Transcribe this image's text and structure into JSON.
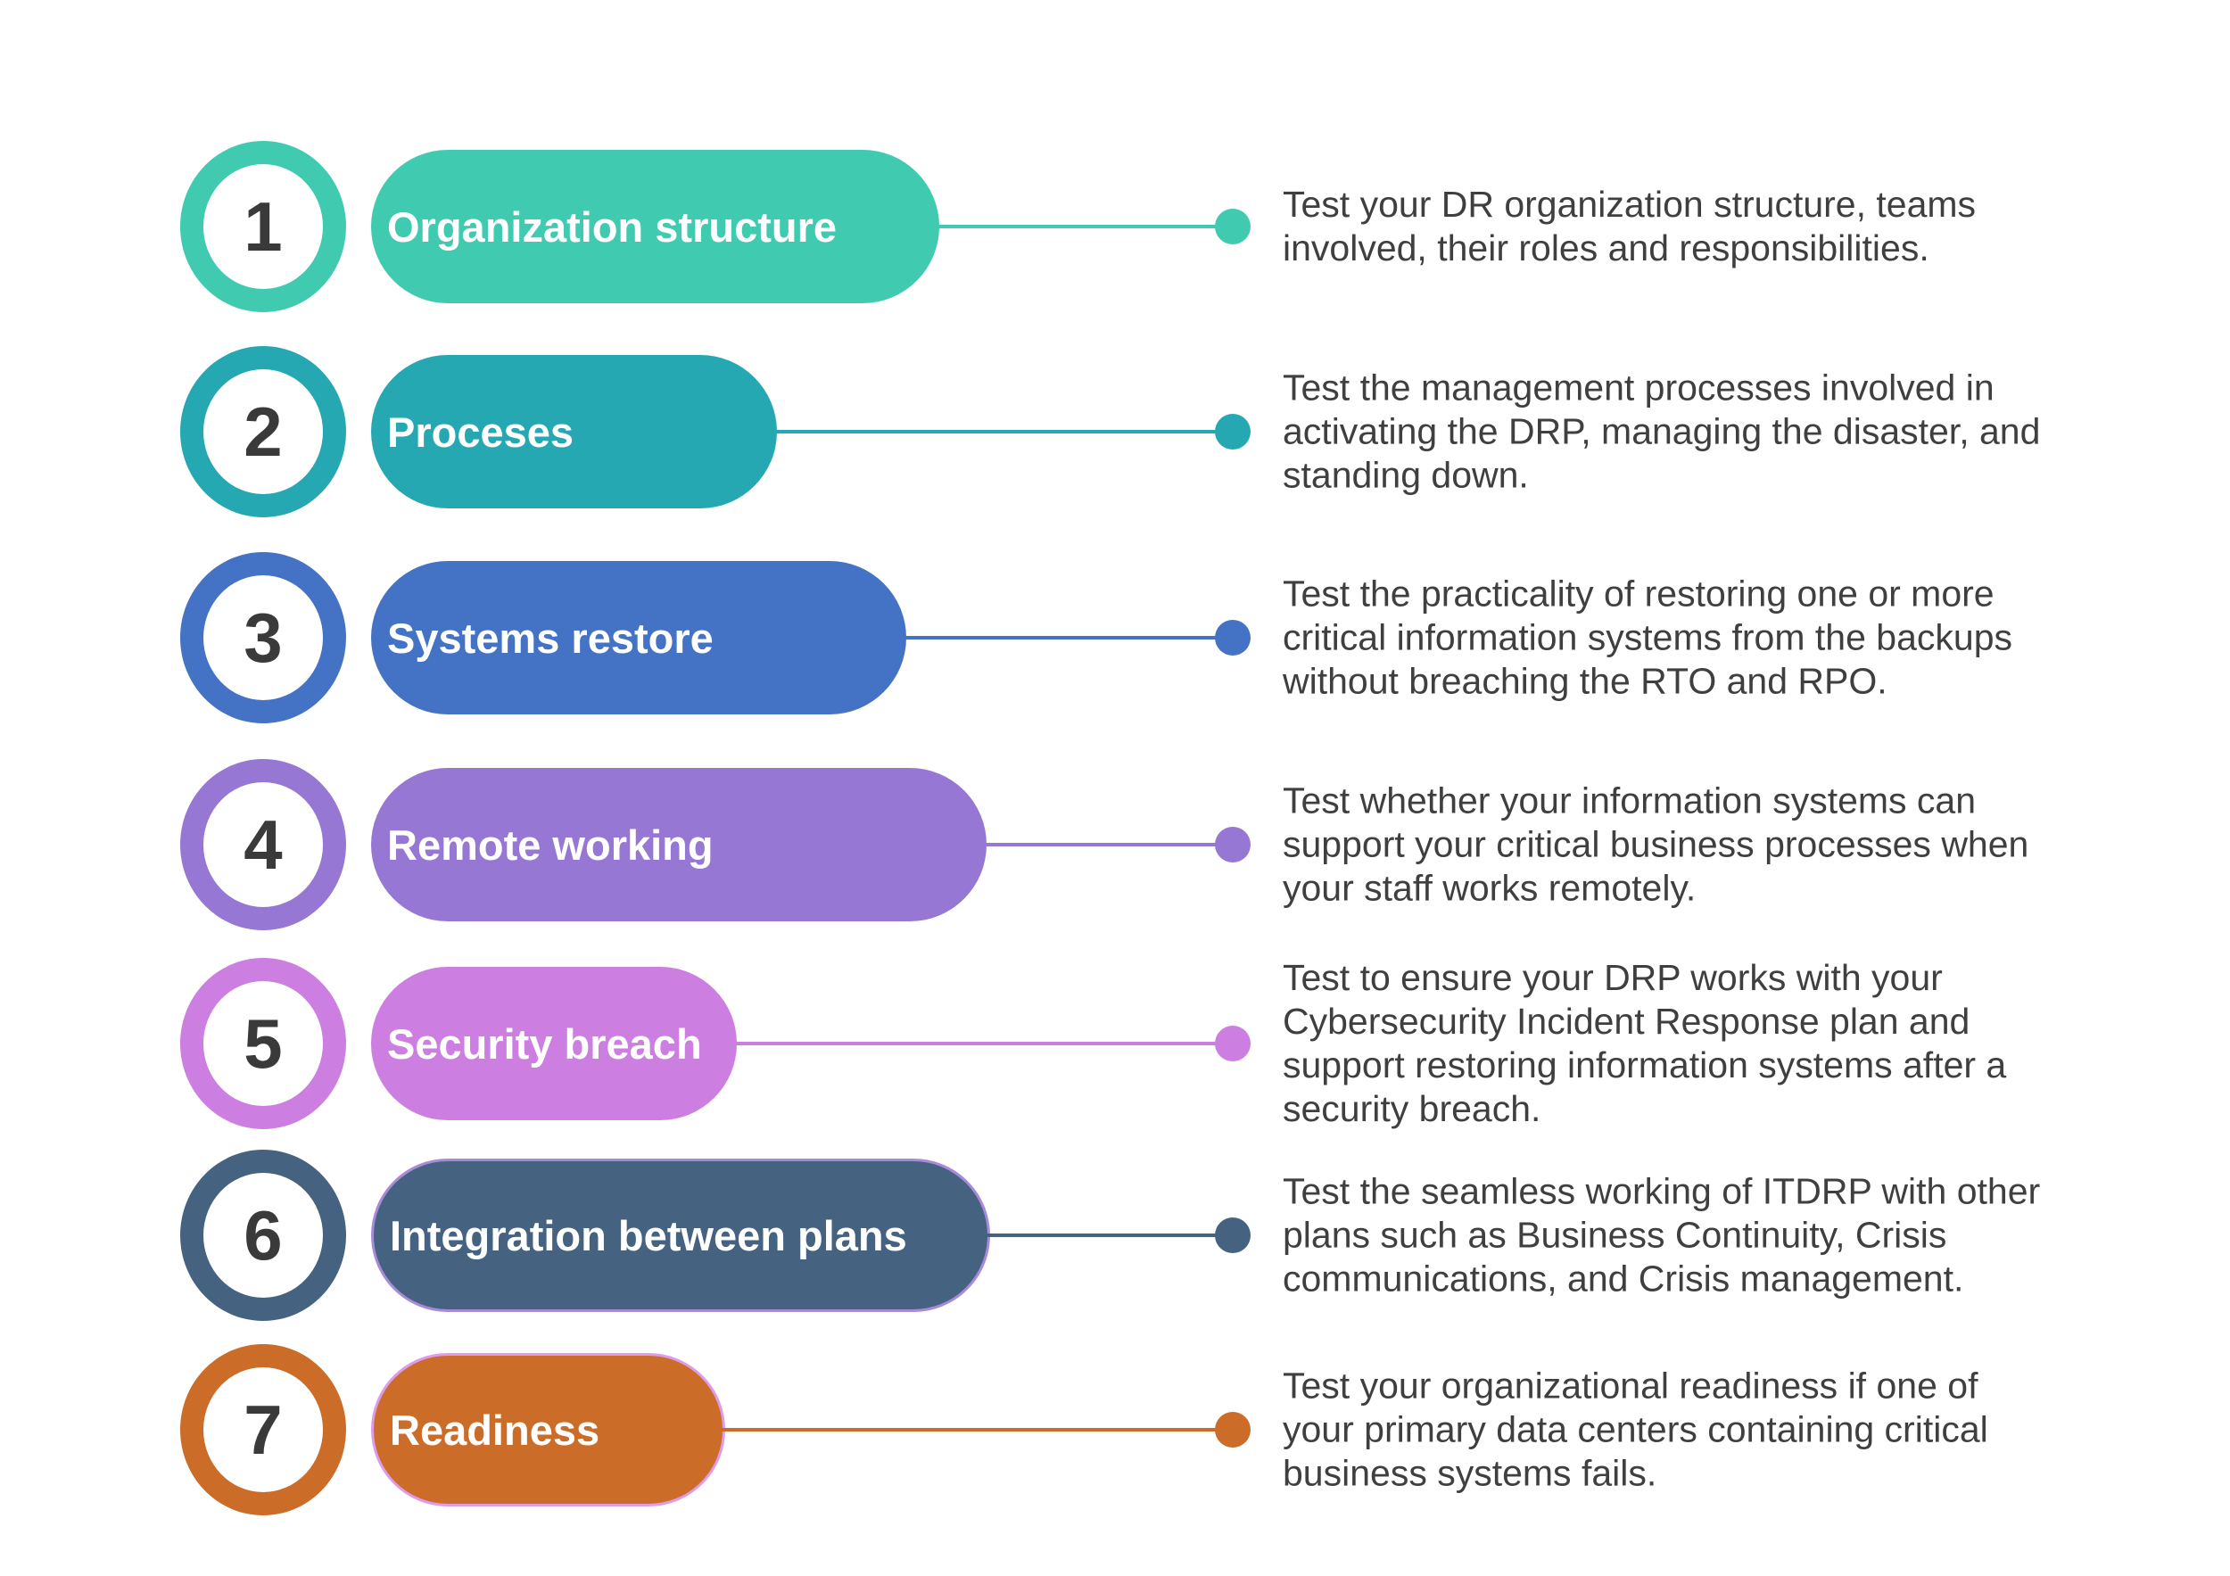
{
  "colors": {
    "background": "#ffffff",
    "description_text": "#3f3f3f",
    "number_text": "#3a3a3a",
    "label_text": "#ffffff"
  },
  "rows": [
    {
      "number": "1",
      "label": "Organization structure",
      "color": "#40cbb1",
      "description": "Test your DR organization structure, teams\ninvolved, their roles and responsibilities."
    },
    {
      "number": "2",
      "label": "Proceses",
      "color": "#26a8b2",
      "description": "Test the management processes involved in\nactivating the DRP, managing the disaster, and\nstanding down."
    },
    {
      "number": "3",
      "label": "Systems restore",
      "color": "#4472c4",
      "description": "Test the practicality of restoring one or more\ncritical information systems from the backups\nwithout breaching the RTO and RPO."
    },
    {
      "number": "4",
      "label": "Remote working",
      "color": "#9678d4",
      "description": "Test whether your information systems can\nsupport your critical business processes when\nyour staff works remotely."
    },
    {
      "number": "5",
      "label": "Security breach",
      "color": "#cc7ee1",
      "description": "Test to ensure your DRP works with your\nCybersecurity Incident Response plan and\nsupport restoring information systems after a\nsecurity breach."
    },
    {
      "number": "6",
      "label": "Integration between plans",
      "color": "#456380",
      "pill_border": "#a98ad8",
      "description": "Test the seamless working of ITDRP with other\nplans such as Business Continuity, Crisis\ncommunications, and Crisis management."
    },
    {
      "number": "7",
      "label": "Readiness",
      "color": "#cb6c28",
      "pill_border": "#dd9be8",
      "description": "Test your organizational readiness if one of\nyour primary data centers containing critical\nbusiness systems fails."
    }
  ]
}
